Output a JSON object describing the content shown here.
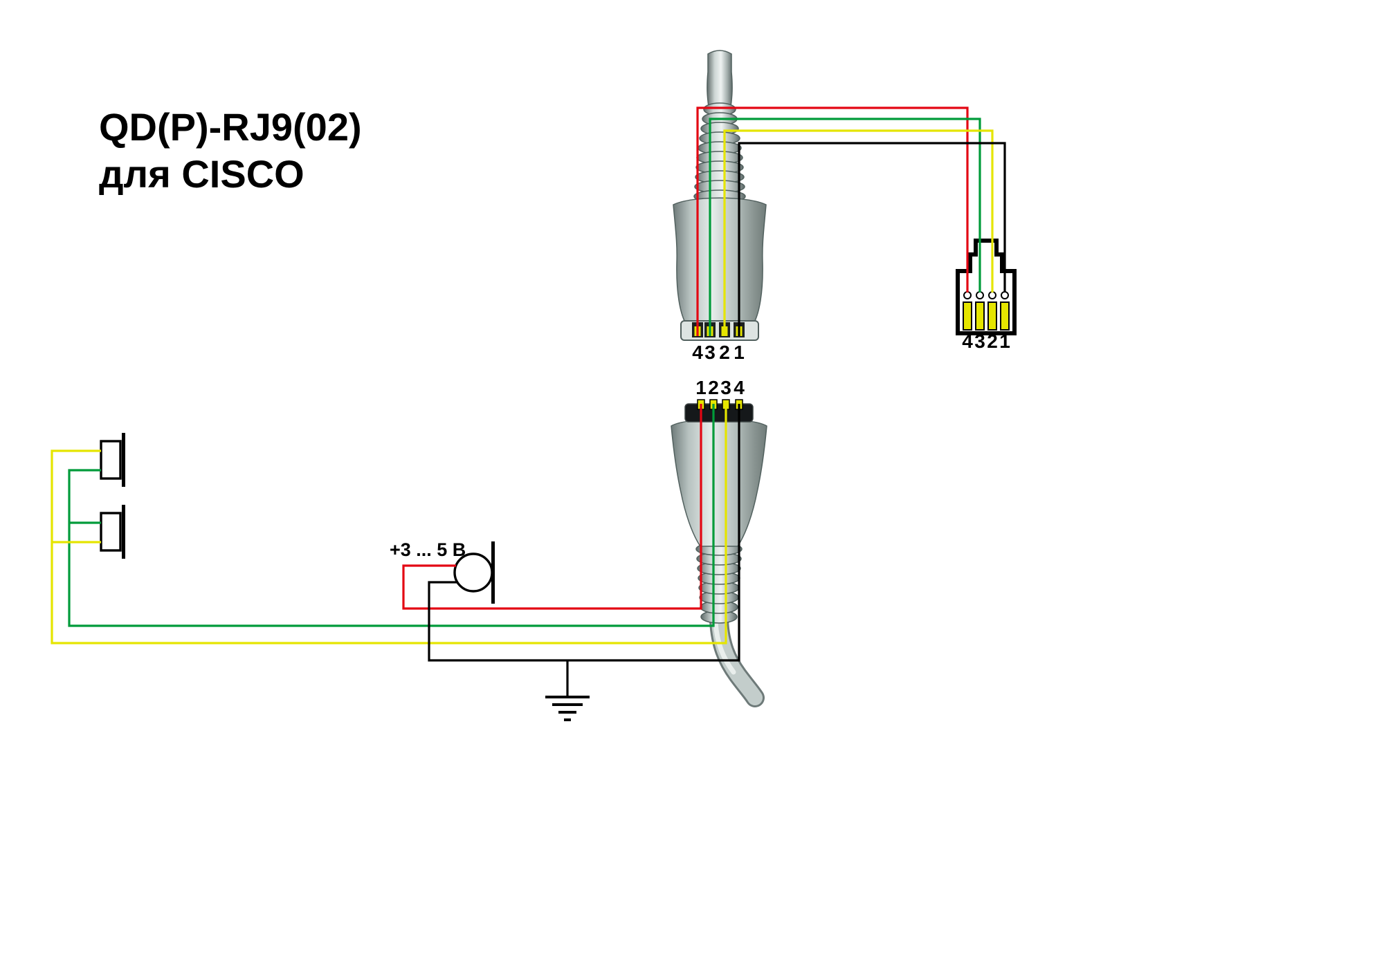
{
  "title": {
    "line1": "QD(P)-RJ9(02)",
    "line2": "для CISCO"
  },
  "labels": {
    "mic_voltage": "+3 ... 5 В"
  },
  "qd_top": {
    "pin_labels": [
      "4",
      "3",
      "2",
      "1"
    ]
  },
  "qd_bottom": {
    "pin_labels": [
      "1",
      "2",
      "3",
      "4"
    ]
  },
  "rj9": {
    "pin_labels": [
      "4",
      "3",
      "2",
      "1"
    ]
  },
  "colors": {
    "wire_red": "#e30613",
    "wire_green": "#009b3a",
    "wire_yellow": "#e5e500",
    "wire_black": "#000000",
    "contact_yellow": "#e5e500",
    "connector_gray": "#c3cdcb"
  }
}
